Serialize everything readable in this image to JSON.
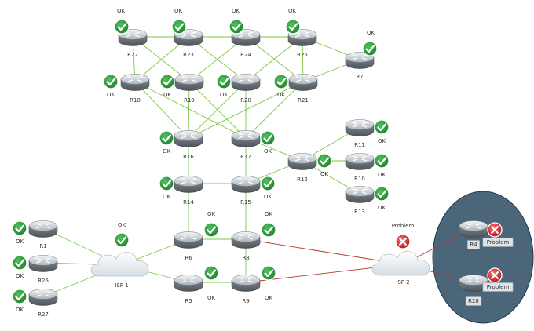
{
  "colors": {
    "link_ok": "#7ac943",
    "link_problem": "#b03a2e",
    "ok": "#2e9e3c",
    "problem": "#d9262c",
    "zone_fill": "#4a6678",
    "zone_stroke": "#1d3a57"
  },
  "nodes": [
    {
      "id": "R22",
      "label": "R22",
      "type": "router",
      "status": "OK",
      "icon": "check-icon"
    },
    {
      "id": "R23",
      "label": "R23",
      "type": "router",
      "status": "OK",
      "icon": "check-icon"
    },
    {
      "id": "R24",
      "label": "R24",
      "type": "router",
      "status": "OK",
      "icon": "check-icon"
    },
    {
      "id": "R25",
      "label": "R25",
      "type": "router",
      "status": "OK",
      "icon": "check-icon"
    },
    {
      "id": "R7",
      "label": "R7",
      "type": "router",
      "status": "OK",
      "icon": "check-icon"
    },
    {
      "id": "R18",
      "label": "R18",
      "type": "router",
      "status": "OK",
      "icon": "check-icon"
    },
    {
      "id": "R19",
      "label": "R19",
      "type": "router",
      "status": "OK",
      "icon": "check-icon"
    },
    {
      "id": "R20",
      "label": "R20",
      "type": "router",
      "status": "OK",
      "icon": "check-icon"
    },
    {
      "id": "R21",
      "label": "R21",
      "type": "router",
      "status": "OK",
      "icon": "check-icon"
    },
    {
      "id": "R16",
      "label": "R16",
      "type": "router",
      "status": "OK",
      "icon": "check-icon"
    },
    {
      "id": "R17",
      "label": "R17",
      "type": "router",
      "status": "OK",
      "icon": "check-icon"
    },
    {
      "id": "R12",
      "label": "R12",
      "type": "router",
      "status": "OK",
      "icon": "check-icon"
    },
    {
      "id": "R11",
      "label": "R11",
      "type": "router",
      "status": "OK",
      "icon": "check-icon"
    },
    {
      "id": "R10",
      "label": "R10",
      "type": "router",
      "status": "OK",
      "icon": "check-icon"
    },
    {
      "id": "R13",
      "label": "R13",
      "type": "router",
      "status": "OK",
      "icon": "check-icon"
    },
    {
      "id": "R14",
      "label": "R14",
      "type": "router",
      "status": "OK",
      "icon": "check-icon"
    },
    {
      "id": "R15",
      "label": "R15",
      "type": "router",
      "status": "OK",
      "icon": "check-icon"
    },
    {
      "id": "R6",
      "label": "R6",
      "type": "router",
      "status": "OK",
      "icon": "check-icon"
    },
    {
      "id": "R8",
      "label": "R8",
      "type": "router",
      "status": "OK",
      "icon": "check-icon"
    },
    {
      "id": "R5",
      "label": "R5",
      "type": "router",
      "status": "OK",
      "icon": "check-icon"
    },
    {
      "id": "R9",
      "label": "R9",
      "type": "router",
      "status": "OK",
      "icon": "check-icon"
    },
    {
      "id": "R1",
      "label": "R1",
      "type": "router",
      "status": "OK",
      "icon": "check-icon"
    },
    {
      "id": "R26",
      "label": "R26",
      "type": "router",
      "status": "OK",
      "icon": "check-icon"
    },
    {
      "id": "R27",
      "label": "R27",
      "type": "router",
      "status": "OK",
      "icon": "check-icon"
    },
    {
      "id": "ISP1",
      "label": "ISP 1",
      "type": "cloud",
      "status": "OK",
      "icon": "check-icon"
    },
    {
      "id": "ISP2",
      "label": "ISP 2",
      "type": "cloud",
      "status": "Problem",
      "icon": "error-icon"
    },
    {
      "id": "R4",
      "label": "R4",
      "type": "router",
      "status": "Problem",
      "icon": "error-icon"
    },
    {
      "id": "R28",
      "label": "R28",
      "type": "router",
      "status": "Problem",
      "icon": "error-icon"
    }
  ],
  "links": [
    [
      "R22",
      "R23"
    ],
    [
      "R23",
      "R24"
    ],
    [
      "R24",
      "R25"
    ],
    [
      "R25",
      "R7"
    ],
    [
      "R21",
      "R7"
    ],
    [
      "R22",
      "R18"
    ],
    [
      "R22",
      "R19"
    ],
    [
      "R23",
      "R18"
    ],
    [
      "R23",
      "R20"
    ],
    [
      "R24",
      "R19"
    ],
    [
      "R24",
      "R21"
    ],
    [
      "R25",
      "R20"
    ],
    [
      "R25",
      "R21"
    ],
    [
      "R18",
      "R16"
    ],
    [
      "R18",
      "R17"
    ],
    [
      "R19",
      "R16"
    ],
    [
      "R19",
      "R17"
    ],
    [
      "R20",
      "R16"
    ],
    [
      "R20",
      "R17"
    ],
    [
      "R21",
      "R16"
    ],
    [
      "R21",
      "R17"
    ],
    [
      "R16",
      "R14"
    ],
    [
      "R17",
      "R15"
    ],
    [
      "R17",
      "R12"
    ],
    [
      "R12",
      "R11"
    ],
    [
      "R12",
      "R10"
    ],
    [
      "R12",
      "R13"
    ],
    [
      "R14",
      "R15"
    ],
    [
      "R15",
      "R12"
    ],
    [
      "R14",
      "R6"
    ],
    [
      "R15",
      "R8"
    ],
    [
      "R6",
      "R8"
    ],
    [
      "R6",
      "ISP1"
    ],
    [
      "ISP1",
      "R5"
    ],
    [
      "R5",
      "R9"
    ],
    [
      "R8",
      "R9"
    ],
    [
      "R1",
      "ISP1"
    ],
    [
      "R26",
      "ISP1"
    ],
    [
      "R27",
      "ISP1"
    ]
  ],
  "problem_links": [
    [
      "R8",
      "ISP2"
    ],
    [
      "R9",
      "ISP2"
    ],
    [
      "ISP2",
      "R4"
    ],
    [
      "ISP2",
      "R28"
    ]
  ]
}
